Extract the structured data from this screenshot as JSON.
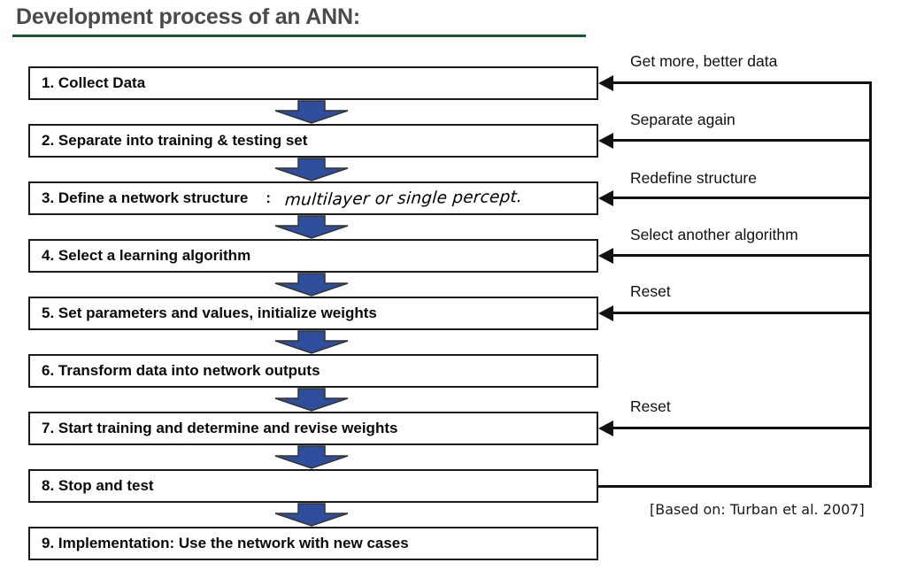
{
  "title": {
    "text": "Development process of an ANN:",
    "text_color": "#4a4a4a",
    "underline_color": "#19592f"
  },
  "flowchart": {
    "arrow_color": "#2E4D9B",
    "arrow_outline_color": "#333333",
    "box_border_color": "#1b1b1b",
    "steps": [
      {
        "label": "1. Collect Data"
      },
      {
        "label": "2. Separate into training & testing set"
      },
      {
        "label": "3. Define a network structure",
        "separator": ":",
        "annotation": "multilayer or single percept."
      },
      {
        "label": "4. Select a learning algorithm"
      },
      {
        "label": "5. Set parameters and values, initialize weights"
      },
      {
        "label": "6. Transform data into network outputs"
      },
      {
        "label": "7. Start training and determine and revise weights"
      },
      {
        "label": "8. Stop and test"
      },
      {
        "label": "9. Implementation: Use the network with new cases"
      }
    ]
  },
  "feedback": {
    "line_color": "#111111",
    "items": [
      {
        "label": "Get more, better data",
        "target_step": "1. Collect Data"
      },
      {
        "label": "Separate again",
        "target_step": "2. Separate into training & testing set"
      },
      {
        "label": "Redefine structure",
        "target_step": "3. Define a network structure"
      },
      {
        "label": "Select another algorithm",
        "target_step": "4. Select a learning algorithm"
      },
      {
        "label": "Reset",
        "target_step": "5. Set parameters and values, initialize weights"
      },
      {
        "label": "Reset",
        "target_step": "7. Start training and determine and revise weights"
      }
    ],
    "source_step": "8. Stop and test"
  },
  "citation": "[Based on: Turban et al. 2007]"
}
